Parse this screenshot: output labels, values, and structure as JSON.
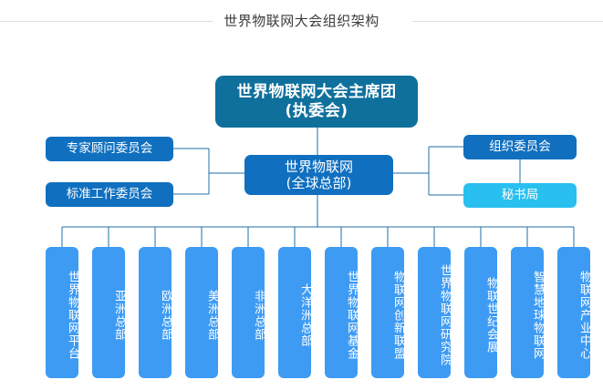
{
  "header": {
    "title": "世界物联网大会组织架构"
  },
  "colors": {
    "presidium": "#10709c",
    "level2": "#1070bf",
    "secretariat": "#29c0f0",
    "leaf": "#3d9bf4",
    "connector": "#1f6fa8",
    "header_rule": "#dcdcdc",
    "title_text": "#3c3c3c",
    "node_text": "#ffffff"
  },
  "chart_data": {
    "type": "diagram",
    "title": "世界物联网大会组织架构",
    "nodes": {
      "presidium": {
        "label": "世界物联网大会主席团\n(执委会)",
        "line1": "世界物联网大会主席团",
        "line2": "(执委会)",
        "level": 1
      },
      "headquarters": {
        "line1": "世界物联网",
        "line2": "(全球总部)",
        "level": 2
      }
    },
    "left_committees": [
      {
        "label": "专家顾问委员会"
      },
      {
        "label": "标准工作委员会"
      }
    ],
    "right_committees": [
      {
        "label": "组织委员会"
      },
      {
        "label": "秘书局"
      }
    ],
    "subsidiaries": [
      {
        "label": "世界物联网平台"
      },
      {
        "label": "亚洲总部"
      },
      {
        "label": "欧洲总部"
      },
      {
        "label": "美洲总部"
      },
      {
        "label": "非洲总部"
      },
      {
        "label": "大洋洲总部"
      },
      {
        "label": "世界物联网基金"
      },
      {
        "label": "物联网创新联盟"
      },
      {
        "label": "世界物联网研究院"
      },
      {
        "label": "物联世纪会展"
      },
      {
        "label": "智慧地球物联网"
      },
      {
        "label": "物联网产业中心"
      }
    ]
  }
}
